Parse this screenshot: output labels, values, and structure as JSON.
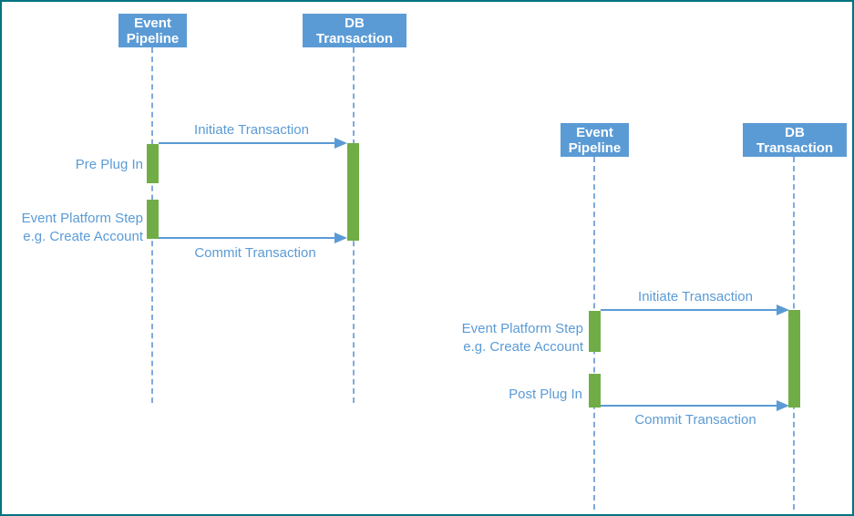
{
  "colors": {
    "canvas_border": "#00737F",
    "actor_fill": "#5B9BD5",
    "actor_text": "#FFFFFF",
    "lifeline_dash": "#7FA9DC",
    "message_arrow": "#5B9BD5",
    "activation_fill": "#70AD47",
    "label_text": "#5B9BD5"
  },
  "diagrams": [
    {
      "id": "pre-plug-in-flow",
      "actors": [
        {
          "id": "event-pipeline",
          "line1": "Event",
          "line2": "Pipeline"
        },
        {
          "id": "db-transaction",
          "line1": "DB",
          "line2": "Transaction"
        }
      ],
      "messages": [
        {
          "id": "initiate",
          "label": "Initiate Transaction"
        },
        {
          "id": "commit",
          "label": "Commit Transaction"
        }
      ],
      "activations": [
        {
          "id": "pre-plug-in",
          "label": "Pre Plug In"
        },
        {
          "id": "event-platform-step",
          "label_line1": "Event Platform Step",
          "label_line2": "e.g. Create Account"
        },
        {
          "id": "db-transaction-span",
          "label": ""
        }
      ]
    },
    {
      "id": "post-plug-in-flow",
      "actors": [
        {
          "id": "event-pipeline",
          "line1": "Event",
          "line2": "Pipeline"
        },
        {
          "id": "db-transaction",
          "line1": "DB",
          "line2": "Transaction"
        }
      ],
      "messages": [
        {
          "id": "initiate",
          "label": "Initiate Transaction"
        },
        {
          "id": "commit",
          "label": "Commit Transaction"
        }
      ],
      "activations": [
        {
          "id": "event-platform-step",
          "label_line1": "Event Platform Step",
          "label_line2": "e.g. Create Account"
        },
        {
          "id": "post-plug-in",
          "label": "Post Plug In"
        },
        {
          "id": "db-transaction-span",
          "label": ""
        }
      ]
    }
  ]
}
